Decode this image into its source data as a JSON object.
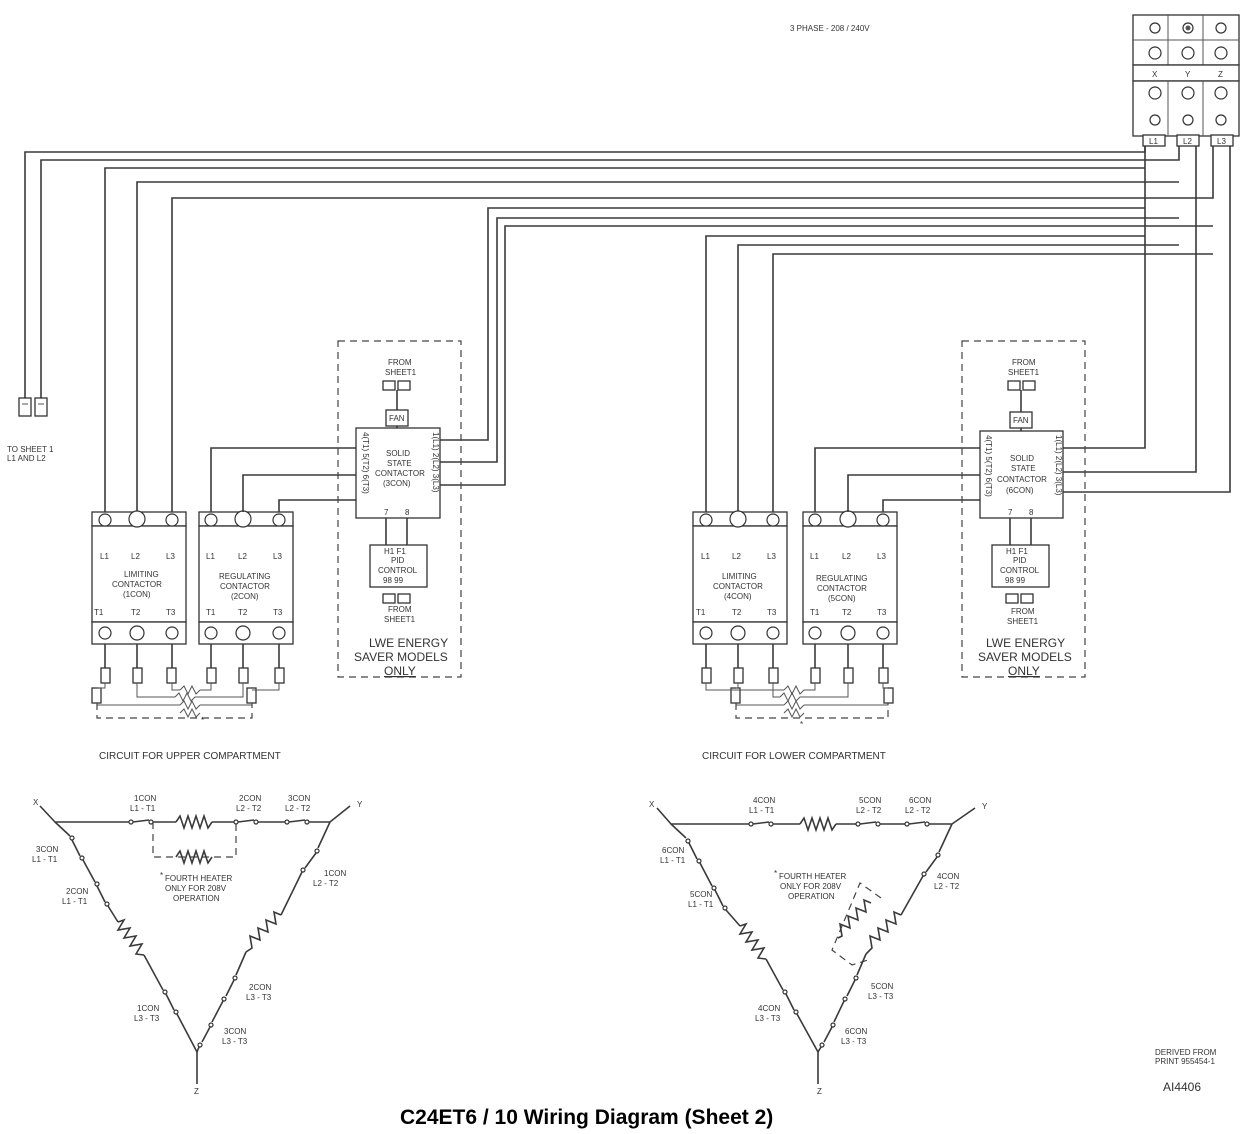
{
  "phase_label": "3 PHASE - 208 / 240V",
  "terminal_block": {
    "letters": [
      "X",
      "Y",
      "Z"
    ],
    "lines": [
      "L1",
      "L2",
      "L3"
    ]
  },
  "to_sheet": {
    "line1": "TO SHEET 1",
    "line2": "L1  AND  L2"
  },
  "upper": {
    "limiting": {
      "l1": "L1",
      "l2": "L2",
      "l3": "L3",
      "name1": "LIMITING",
      "name2": "CONTACTOR",
      "name3": "(1CON)",
      "t1": "T1",
      "t2": "T2",
      "t3": "T3"
    },
    "regulating": {
      "l1": "L1",
      "l2": "L2",
      "l3": "L3",
      "name1": "REGULATING",
      "name2": "CONTACTOR",
      "name3": "(2CON)",
      "t1": "T1",
      "t2": "T2",
      "t3": "T3"
    },
    "ssc": {
      "line1": "SOLID",
      "line2": "STATE",
      "line3": "CONTACTOR",
      "line4": "(3CON)",
      "left": "4(T1)  5(T2)  6(T3)",
      "right": "1(L1)  2(L2)  3(L3)",
      "p7": "7",
      "p8": "8"
    },
    "from_top1": "FROM",
    "from_top2": "SHEET1",
    "fan": "FAN",
    "pid": {
      "h1": "H1  F1",
      "l1": "PID",
      "l2": "CONTROL",
      "pins": "98   99"
    },
    "from_bot1": "FROM",
    "from_bot2": "SHEET1",
    "lwe1": "LWE ENERGY",
    "lwe2": "SAVER MODELS",
    "lwe3": "ONLY",
    "caption": "CIRCUIT FOR UPPER COMPARTMENT",
    "delta": {
      "x": "X",
      "y": "Y",
      "z": "Z",
      "c1con_top": "1CON",
      "c1con_top_b": "L1 - T1",
      "c2con_top": "2CON",
      "c2con_top_b": "L2 - T2",
      "c3con_top": "3CON",
      "c3con_top_b": "L2 - T2",
      "c3con_left": "3CON",
      "c3con_left_b": "L1 - T1",
      "c2con_left": "2CON",
      "c2con_left_b": "L1 - T1",
      "c1con_right": "1CON",
      "c1con_right_b": "L2 - T2",
      "c2con_right": "2CON",
      "c2con_right_b": "L3 - T3",
      "c1con_bot": "1CON",
      "c1con_bot_b": "L3 - T3",
      "c3con_bot": "3CON",
      "c3con_bot_b": "L3 - T3",
      "note1": "FOURTH HEATER",
      "note2": "ONLY FOR 208V",
      "note3": "OPERATION"
    }
  },
  "lower": {
    "limiting": {
      "l1": "L1",
      "l2": "L2",
      "l3": "L3",
      "name1": "LIMITING",
      "name2": "CONTACTOR",
      "name3": "(4CON)",
      "t1": "T1",
      "t2": "T2",
      "t3": "T3"
    },
    "regulating": {
      "l1": "L1",
      "l2": "L2",
      "l3": "L3",
      "name1": "REGULATING",
      "name2": "CONTACTOR",
      "name3": "(5CON)",
      "t1": "T1",
      "t2": "T2",
      "t3": "T3"
    },
    "ssc": {
      "line1": "SOLID",
      "line2": "STATE",
      "line3": "CONTACTOR",
      "line4": "(6CON)",
      "left": "4(T1)  5(T2)  6(T3)",
      "right": "1(L1)  2(L2)  3(L3)",
      "p7": "7",
      "p8": "8"
    },
    "from_top1": "FROM",
    "from_top2": "SHEET1",
    "fan": "FAN",
    "pid": {
      "h1": "H1  F1",
      "l1": "PID",
      "l2": "CONTROL",
      "pins": "98   99"
    },
    "from_bot1": "FROM",
    "from_bot2": "SHEET1",
    "lwe1": "LWE ENERGY",
    "lwe2": "SAVER MODELS",
    "lwe3": "ONLY",
    "caption": "CIRCUIT FOR LOWER COMPARTMENT",
    "delta": {
      "x": "X",
      "y": "Y",
      "z": "Z",
      "c4con_top": "4CON",
      "c4con_top_b": "L1 - T1",
      "c5con_top": "5CON",
      "c5con_top_b": "L2 - T2",
      "c6con_top": "6CON",
      "c6con_top_b": "L2 - T2",
      "c6con_left": "6CON",
      "c6con_left_b": "L1 - T1",
      "c5con_left": "5CON",
      "c5con_left_b": "L1 - T1",
      "c4con_right": "4CON",
      "c4con_right_b": "L2 - T2",
      "c5con_right": "5CON",
      "c5con_right_b": "L3 - T3",
      "c4con_bot": "4CON",
      "c4con_bot_b": "L3 - T3",
      "c6con_bot": "6CON",
      "c6con_bot_b": "L3 - T3",
      "note1": "FOURTH HEATER",
      "note2": "ONLY FOR 208V",
      "note3": "OPERATION"
    }
  },
  "derived1": "DERIVED FROM",
  "derived2": "PRINT 955454-1",
  "code": "AI4406",
  "title": "C24ET6 / 10 Wiring Diagram (Sheet 2)"
}
